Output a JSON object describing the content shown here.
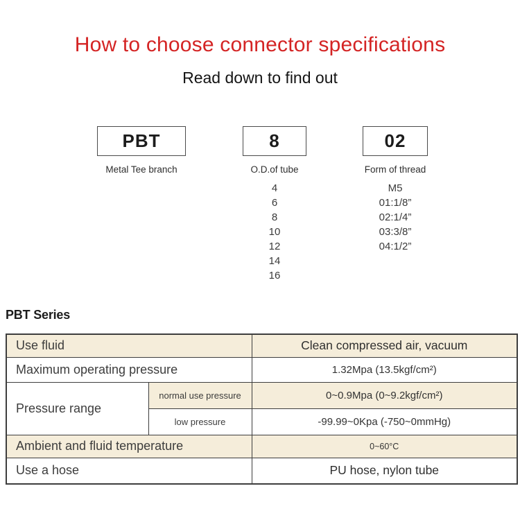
{
  "page": {
    "title": "How to choose connector specifications",
    "subtitle": "Read down to find out"
  },
  "selector": {
    "columns": [
      {
        "code": "PBT",
        "label": "Metal Tee branch",
        "options": []
      },
      {
        "code": "8",
        "label": "O.D.of tube",
        "options": [
          "4",
          "6",
          "8",
          "10",
          "12",
          "14",
          "16"
        ]
      },
      {
        "code": "02",
        "label": "Form of thread",
        "options": [
          "M5",
          "01:1/8”",
          "02:1/4”",
          "03:3/8”",
          "04:1/2”"
        ]
      }
    ]
  },
  "series": {
    "heading": "PBT Series"
  },
  "spec_table": {
    "rows": [
      {
        "label": "Use fluid",
        "value": "Clean compressed air, vacuum"
      },
      {
        "label": "Maximum operating pressure",
        "value": "1.32Mpa (13.5kgf/cm²)"
      },
      {
        "label": "Pressure range",
        "sub": [
          {
            "label": "normal use pressure",
            "value": "0~0.9Mpa (0~9.2kgf/cm²)"
          },
          {
            "label": "low pressure",
            "value": "-99.99~0Kpa (-750~0mmHg)"
          }
        ]
      },
      {
        "label": "Ambient and fluid temperature",
        "value": "0~60°C"
      },
      {
        "label": "Use a hose",
        "value": "PU hose, nylon tube"
      }
    ]
  },
  "colors": {
    "accent_red": "#d42424",
    "row_beige": "#f5edda",
    "table_border": "#3d3d3d"
  }
}
